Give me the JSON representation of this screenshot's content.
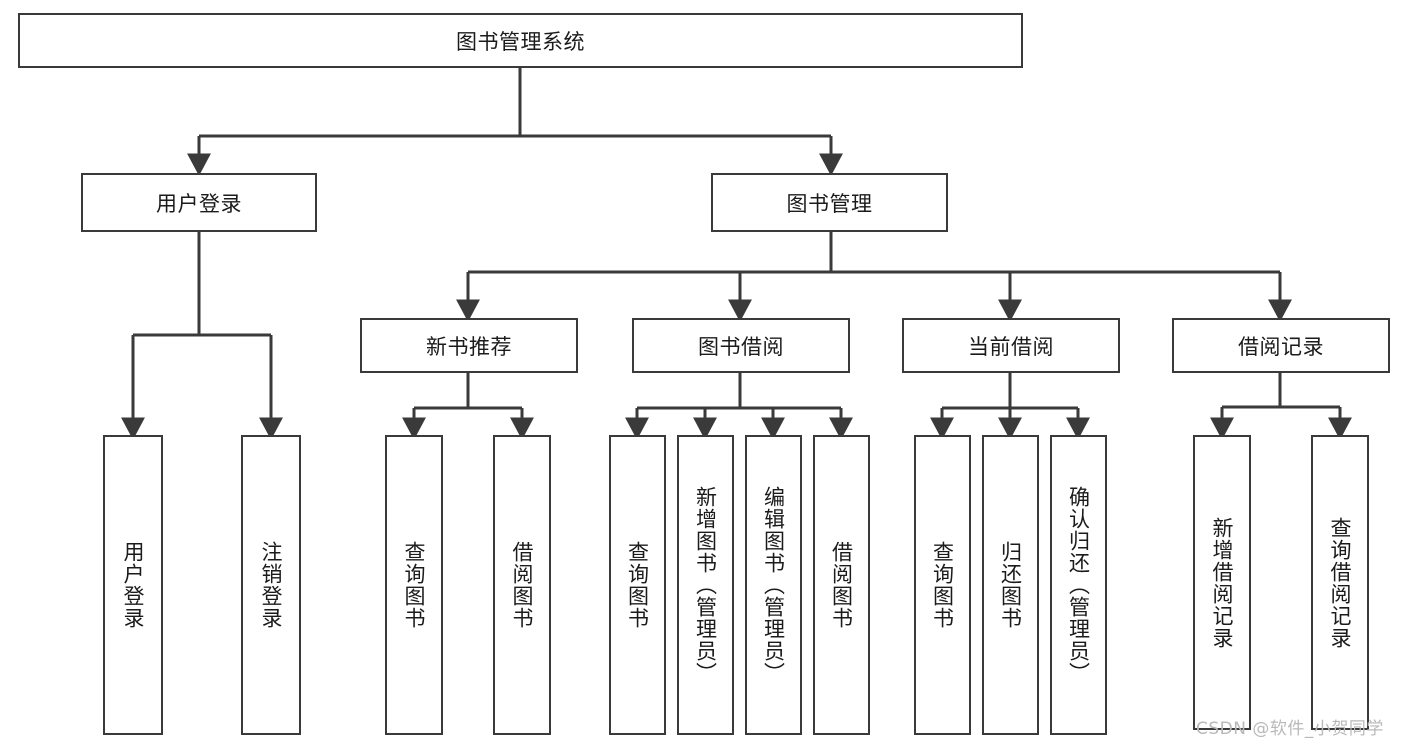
{
  "diagram": {
    "title": "图书管理系统",
    "type": "tree-hierarchy-chart",
    "root": {
      "label": "图书管理系统"
    },
    "level2": [
      {
        "label": "用户登录"
      },
      {
        "label": "图书管理"
      }
    ],
    "level3": [
      {
        "label": "新书推荐"
      },
      {
        "label": "图书借阅"
      },
      {
        "label": "当前借阅"
      },
      {
        "label": "借阅记录"
      }
    ],
    "leaves_user_login": [
      {
        "label": "用户登录"
      },
      {
        "label": "注销登录"
      }
    ],
    "leaves_new_book": [
      {
        "label": "查询图书"
      },
      {
        "label": "借阅图书"
      }
    ],
    "leaves_borrow": [
      {
        "label": "查询图书"
      },
      {
        "label": "新增图书（管理员）"
      },
      {
        "label": "编辑图书（管理员）"
      },
      {
        "label": "借阅图书"
      }
    ],
    "leaves_current": [
      {
        "label": "查询图书"
      },
      {
        "label": "归还图书"
      },
      {
        "label": "确认归还（管理员）"
      }
    ],
    "leaves_record": [
      {
        "label": "新增借阅记录"
      },
      {
        "label": "查询借阅记录"
      }
    ]
  },
  "watermark": {
    "text": "CSDN @软件_小贺同学"
  },
  "colors": {
    "stroke": "#3a3a3a",
    "background": "#ffffff",
    "text": "#1b1b1b",
    "watermark": "#b9b9b9"
  }
}
